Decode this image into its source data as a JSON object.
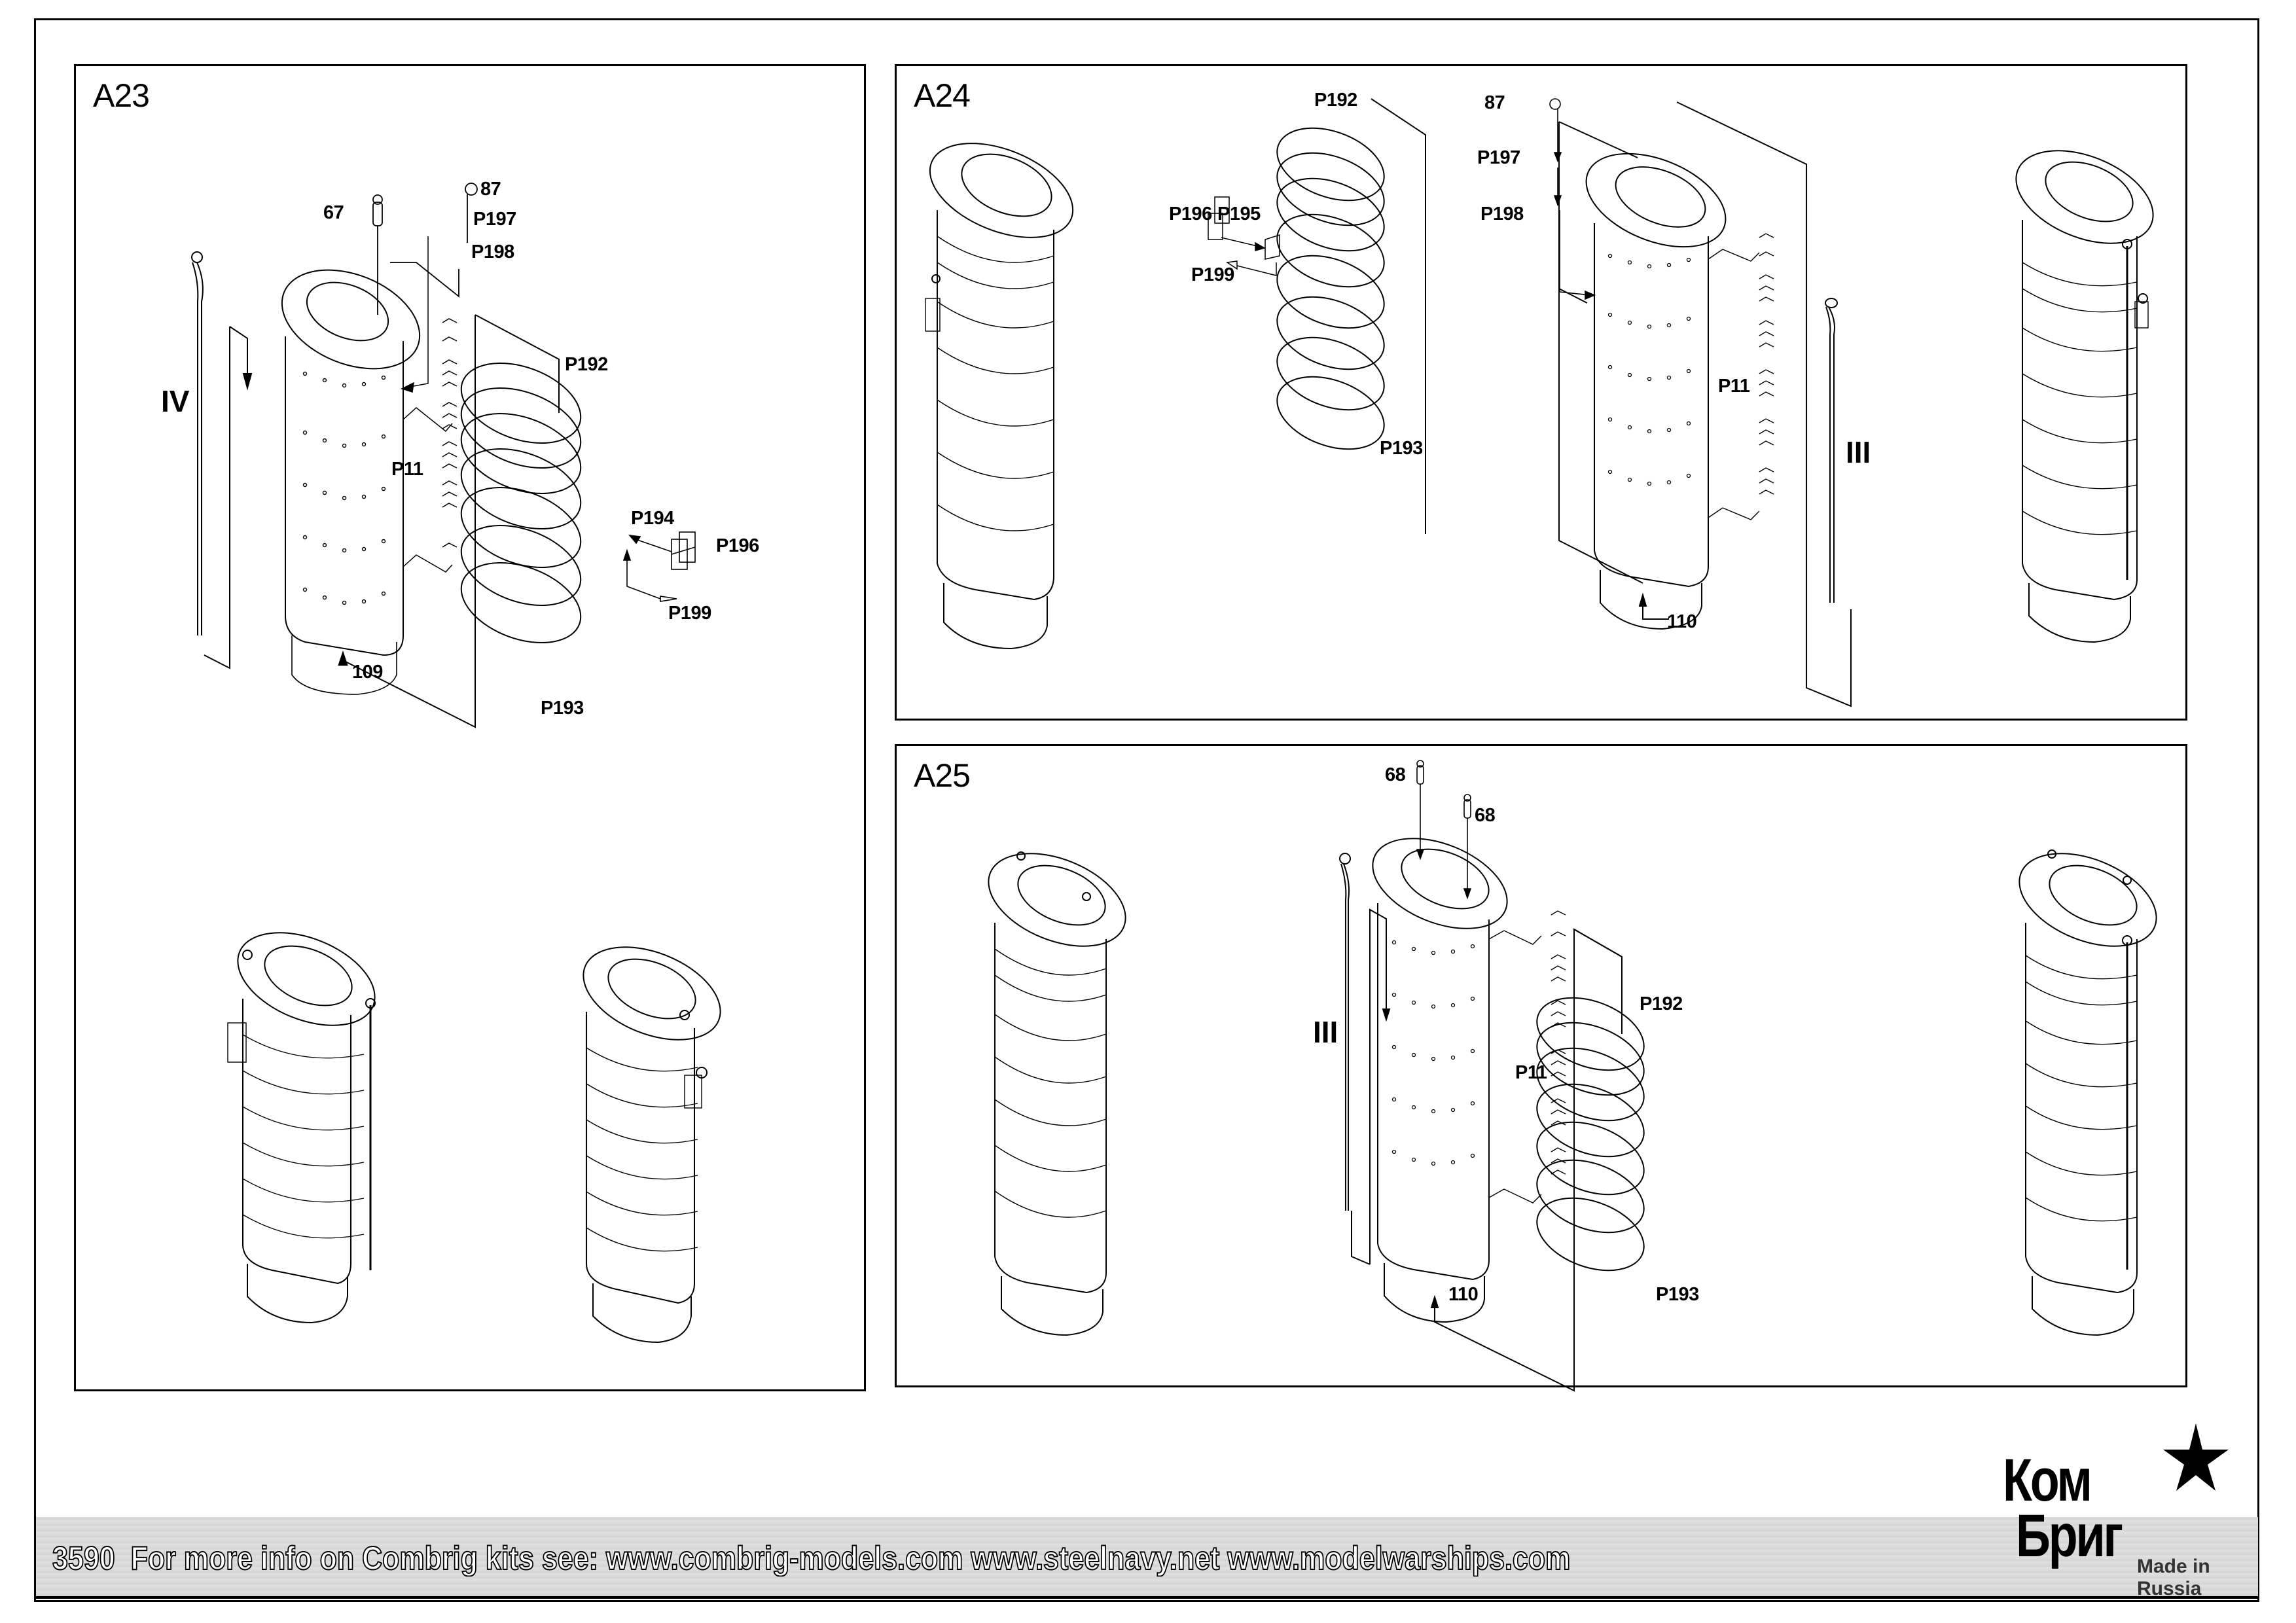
{
  "document": {
    "kit_number": "3590",
    "footer": {
      "kit_number": "3590",
      "text": "For more info on Combrig kits see: www.combrig-models.com  www.steelnavy.net  www.modelwarships.com"
    },
    "logo": {
      "brand_line1": "Ком",
      "brand_line2": "Бриг",
      "tagline": "Made in Russia",
      "icon": "red-star-hammer-sickle-icon"
    }
  },
  "panels": [
    {
      "id": "A23",
      "title": "A23",
      "parts": {
        "part_67": "67",
        "part_87": "87",
        "part_p197": "P197",
        "part_p198": "P198",
        "part_p192": "P192",
        "part_p11": "P11",
        "part_p194": "P194",
        "part_p196": "P196",
        "part_p199": "P199",
        "part_p193": "P193",
        "part_109": "109",
        "sub_assembly": "IV"
      }
    },
    {
      "id": "A24",
      "title": "A24",
      "parts": {
        "part_p192": "P192",
        "part_87": "87",
        "part_p197": "P197",
        "part_p198": "P198",
        "part_p196": "P196",
        "part_p195": "P195",
        "part_p199": "P199",
        "part_p193": "P193",
        "part_p11": "P11",
        "part_110": "110",
        "sub_assembly": "III"
      }
    },
    {
      "id": "A25",
      "title": "A25",
      "parts": {
        "part_68a": "68",
        "part_68b": "68",
        "part_p192": "P192",
        "part_p11": "P11",
        "part_p193": "P193",
        "part_110": "110",
        "sub_assembly": "III"
      }
    }
  ]
}
